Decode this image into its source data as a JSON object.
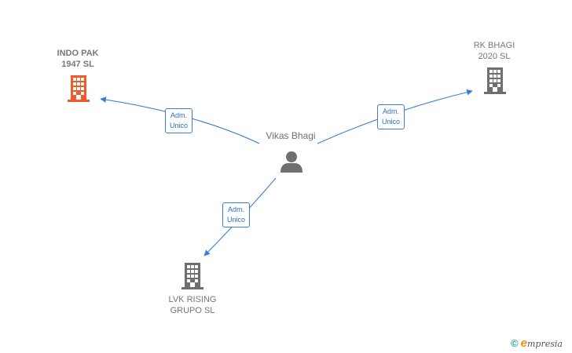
{
  "diagram": {
    "center": {
      "name": "Vikas Bhagi",
      "icon": "person-icon"
    },
    "nodes": [
      {
        "id": "indo-pak",
        "line1": "INDO PAK",
        "line2": "1947  SL",
        "icon": "building-icon",
        "color": "#ef5b2b",
        "emphasis": true
      },
      {
        "id": "rk-bhagi",
        "line1": "RK BHAGI",
        "line2": "2020  SL",
        "icon": "building-icon",
        "color": "#6f6f6f",
        "emphasis": false
      },
      {
        "id": "lvk-rising",
        "line1": "LVK RISING",
        "line2": "GRUPO  SL",
        "icon": "building-icon",
        "color": "#6f6f6f",
        "emphasis": false
      }
    ],
    "edges": [
      {
        "target": "indo-pak",
        "line1": "Adm.",
        "line2": "Unico"
      },
      {
        "target": "rk-bhagi",
        "line1": "Adm.",
        "line2": "Unico"
      },
      {
        "target": "lvk-rising",
        "line1": "Adm.",
        "line2": "Unico"
      }
    ],
    "edge_color": "#3b7fd4"
  },
  "brand": {
    "copyright": "©",
    "e": "e",
    "rest": "mpresia"
  }
}
